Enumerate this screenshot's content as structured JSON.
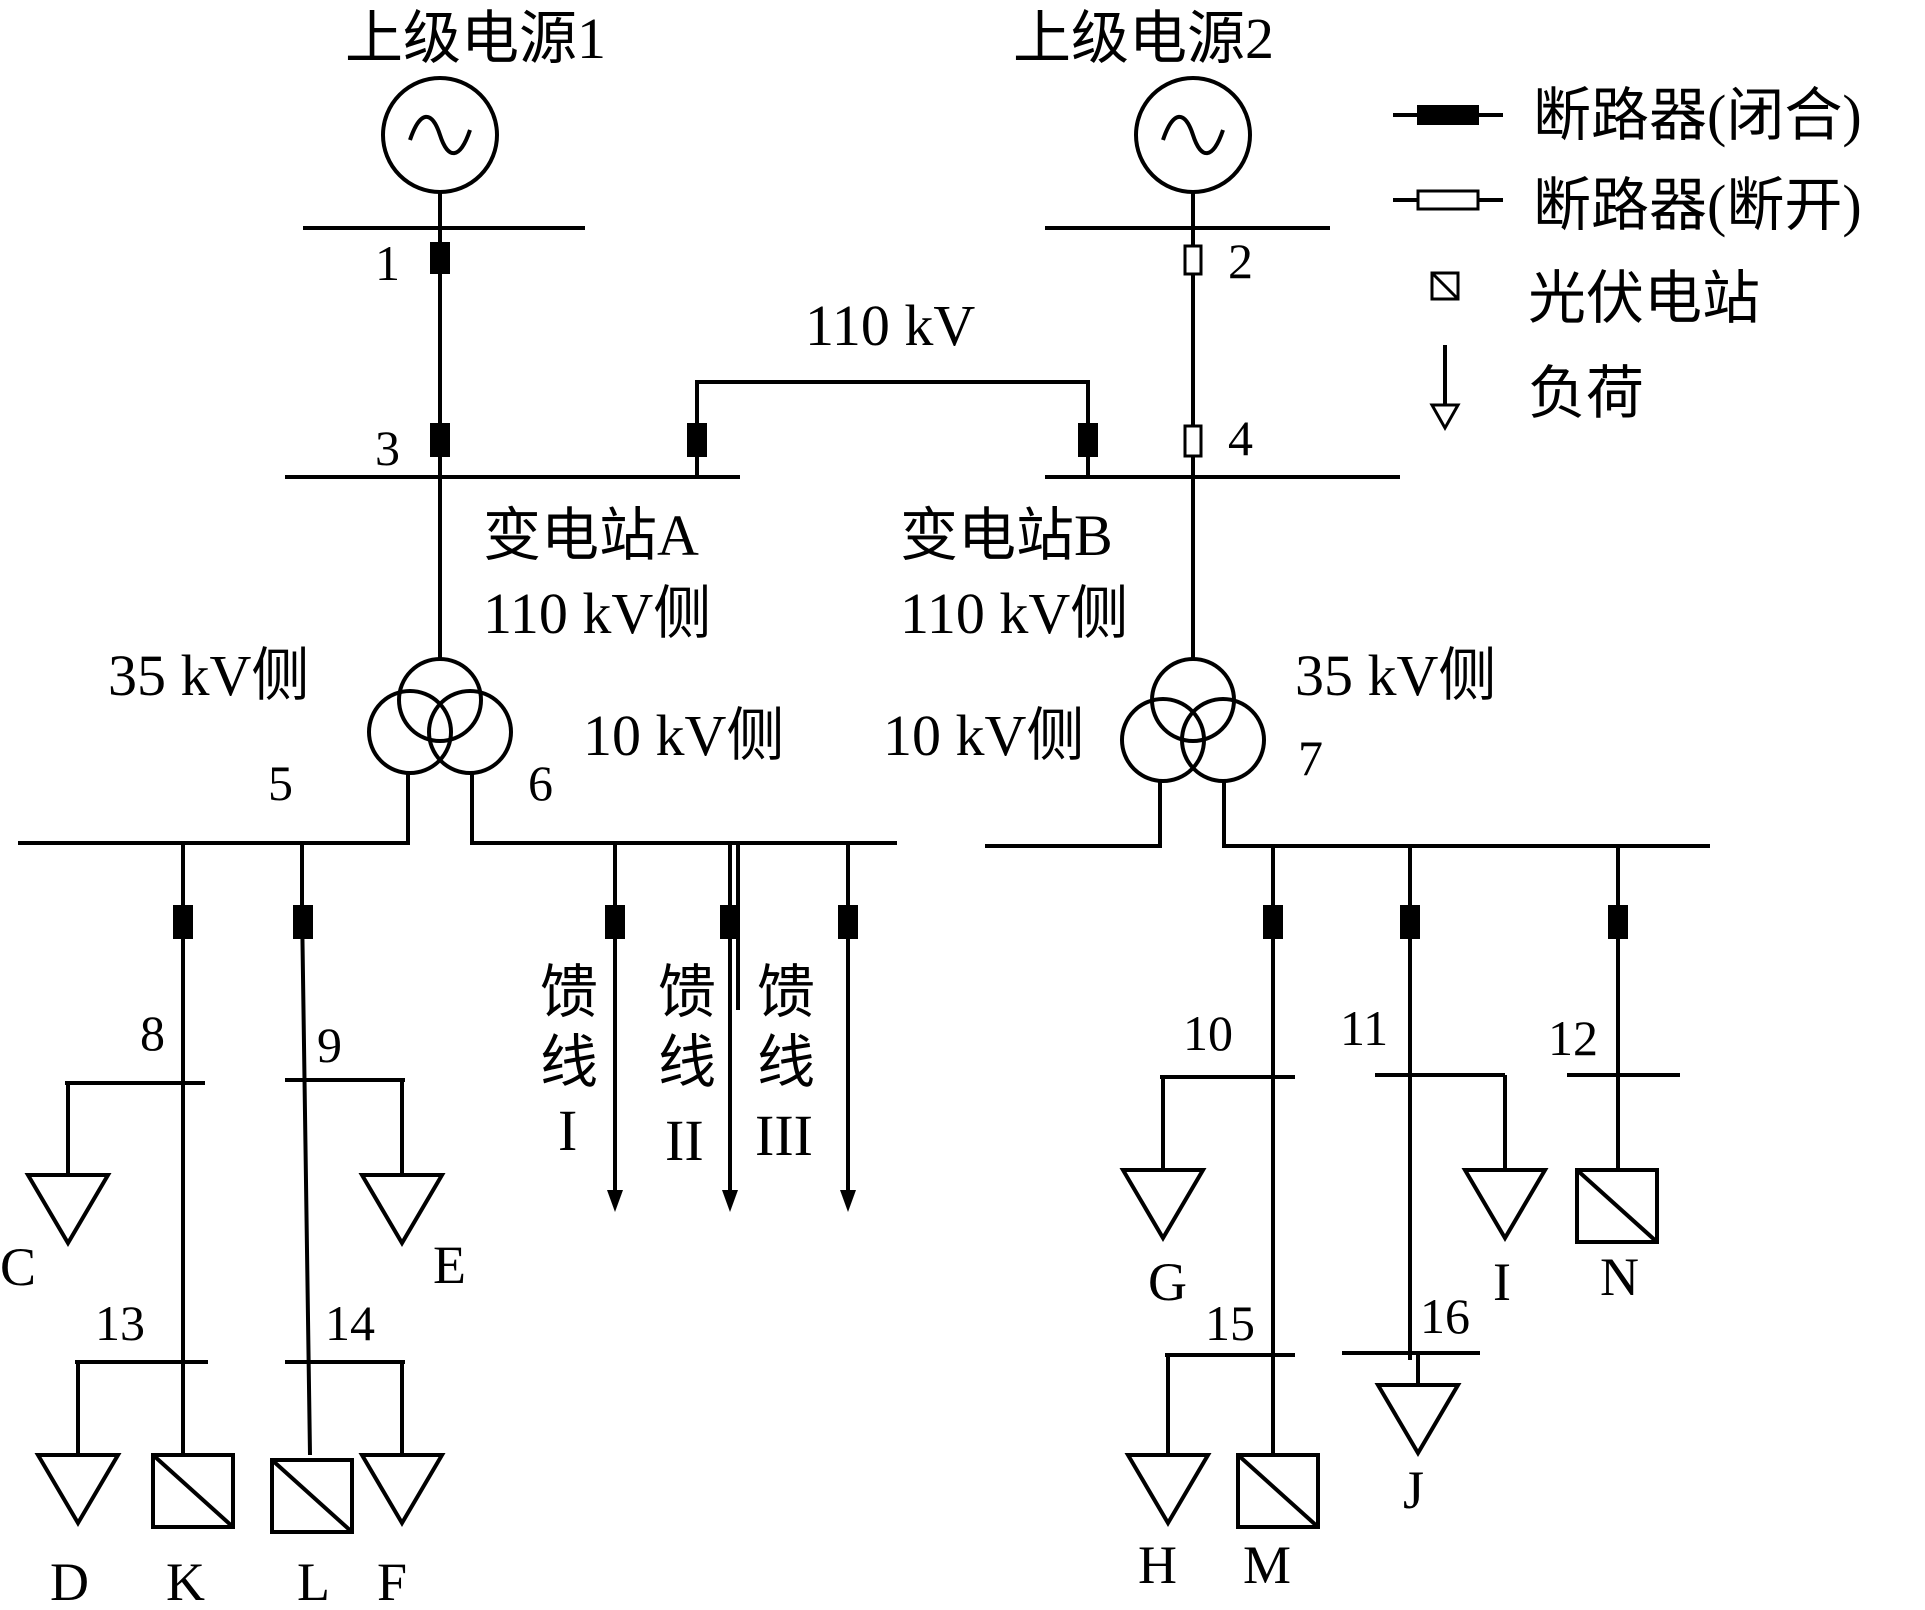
{
  "sources": {
    "s1": "上级电源1",
    "s2": "上级电源2"
  },
  "legend": {
    "breaker_closed": "断路器(闭合)",
    "breaker_open": "断路器(断开)",
    "pv_station": "光伏电站",
    "load": "负荷"
  },
  "line_voltage": "110 kV",
  "substations": {
    "A": {
      "name": "变电站A",
      "hv": "110 kV侧",
      "mv": "35 kV侧",
      "lv": "10 kV侧"
    },
    "B": {
      "name": "变电站B",
      "hv": "110 kV侧",
      "mv": "35 kV侧",
      "lv": "10 kV侧"
    }
  },
  "nodes": {
    "n1": "1",
    "n2": "2",
    "n3": "3",
    "n4": "4",
    "n5": "5",
    "n6": "6",
    "n7": "7",
    "n8": "8",
    "n9": "9",
    "n10": "10",
    "n11": "11",
    "n12": "12",
    "n13": "13",
    "n14": "14",
    "n15": "15",
    "n16": "16"
  },
  "feeders": {
    "f1": [
      "馈",
      "线",
      "I"
    ],
    "f2": [
      "馈",
      "线",
      "II"
    ],
    "f3": [
      "馈",
      "线",
      "III"
    ]
  },
  "loads": {
    "C": "C",
    "D": "D",
    "E": "E",
    "F": "F",
    "G": "G",
    "H": "H",
    "I": "I",
    "J": "J"
  },
  "pv": {
    "K": "K",
    "L": "L",
    "M": "M",
    "N": "N"
  },
  "colors": {
    "line": "#000000",
    "background": "#ffffff"
  },
  "icons": {
    "source": "ac-generator-icon",
    "transformer": "three-winding-transformer-icon",
    "pv": "pv-station-icon",
    "load": "load-triangle-icon"
  }
}
